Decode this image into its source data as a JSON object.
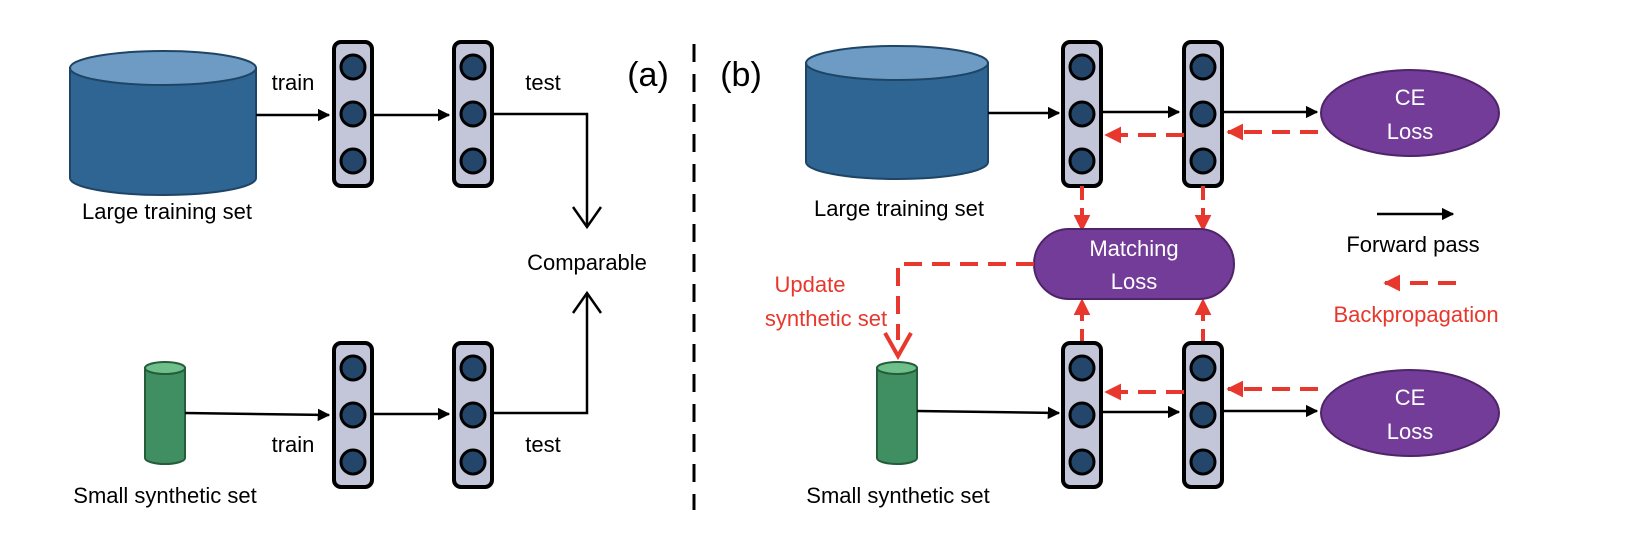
{
  "panel_a": {
    "label": "(a)",
    "large_set_caption": "Large training set",
    "small_set_caption": "Small synthetic set",
    "train_label_top": "train",
    "test_label_top": "test",
    "train_label_bottom": "train",
    "test_label_bottom": "test",
    "compare_label": "Comparable"
  },
  "panel_b": {
    "label": "(b)",
    "large_set_caption": "Large training set",
    "small_set_caption": "Small synthetic set",
    "ce_loss_top": [
      "CE",
      "Loss"
    ],
    "ce_loss_bottom": [
      "CE",
      "Loss"
    ],
    "matching_loss": [
      "Matching",
      "Loss"
    ],
    "update_label": [
      "Update",
      "synthetic set"
    ],
    "legend_forward": "Forward pass",
    "legend_backprop": "Backpropagation"
  },
  "colors": {
    "large_set": "#2e6593",
    "large_set_top": "#6d9bc3",
    "small_set": "#3f8f62",
    "small_set_top": "#6fbf8a",
    "network_body": "#c2c6d8",
    "neuron": "#24466a",
    "loss": "#733c98",
    "backprop": "#e8372c",
    "forward": "#000000"
  }
}
